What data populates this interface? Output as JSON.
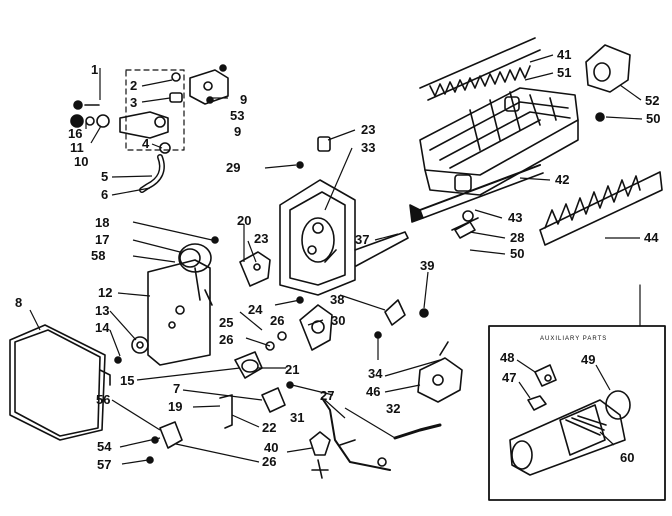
{
  "diagram": {
    "callouts": [
      "1",
      "2",
      "3",
      "4",
      "5",
      "6",
      "9",
      "53",
      "9",
      "16",
      "11",
      "10",
      "23",
      "33",
      "29",
      "41",
      "51",
      "52",
      "50",
      "42",
      "43",
      "28",
      "50",
      "44",
      "18",
      "17",
      "58",
      "20",
      "23",
      "37",
      "39",
      "8",
      "12",
      "13",
      "14",
      "24",
      "25",
      "26",
      "26",
      "30",
      "38",
      "15",
      "21",
      "7",
      "27",
      "19",
      "22",
      "56",
      "54",
      "57",
      "26",
      "40",
      "31",
      "32",
      "34",
      "46",
      "48",
      "49",
      "47",
      "60"
    ],
    "auxiliary_parts_label": "AUXILIARY PARTS"
  }
}
